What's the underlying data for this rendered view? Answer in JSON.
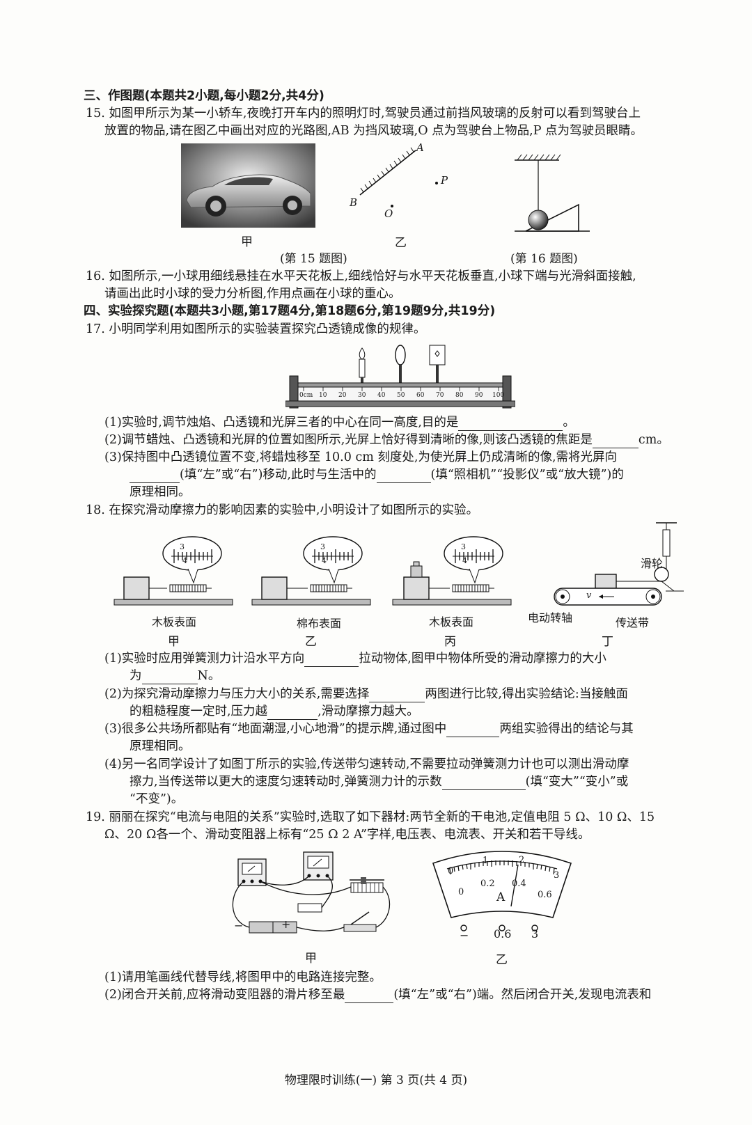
{
  "sec3_header": "三、作图题(本题共2小题,每小题2分,共4分)",
  "q15_l1": "15. 如图甲所示为某一小轿车,夜晚打开车内的照明灯时,驾驶员通过前挡风玻璃的反射可以看到驾驶台上",
  "q15_l2": "放置的物品,请在图乙中画出对应的光路图,AB 为挡风玻璃,O 点为驾驶台上物品,P 点为驾驶员眼睛。",
  "fig15": {
    "jia": "甲",
    "yi": "乙",
    "label_A": "A",
    "label_B": "B",
    "label_O": "O",
    "label_P": "P",
    "caption": "(第 15 题图)"
  },
  "fig16": {
    "caption": "(第 16 题图)"
  },
  "q16_l1": "16. 如图所示,一小球用细线悬挂在水平天花板上,细线恰好与水平天花板垂直,小球下端与光滑斜面接触,",
  "q16_l2": "请画出此时小球的受力分析图,作用点画在小球的重心。",
  "sec4_header": "四、实验探究题(本题共3小题,第17题4分,第18题6分,第19题9分,共19分)",
  "q17": "17. 小明同学利用如图所示的实验装置探究凸透镜成像的规律。",
  "fig17_ticks": [
    "0cm",
    "10",
    "20",
    "30",
    "40",
    "50",
    "60",
    "70",
    "80",
    "90",
    "100"
  ],
  "q17_1a": "(1)实验时,调节烛焰、凸透镜和光屏三者的中心在同一高度,目的是",
  "q17_1b": "。",
  "q17_2a": "(2)调节蜡烛、凸透镜和光屏的位置如图所示,光屏上恰好得到清晰的像,则该凸透镜的焦距是",
  "q17_2b": "cm。",
  "q17_3a": "(3)保持图中凸透镜位置不变,将蜡烛移至 10.0 cm 刻度处,为使光屏上仍成清晰的像,需将光屏向",
  "q17_3b": "(填“左”或“右”)移动,此时与生活中的",
  "q17_3c": "(填“照相机”“投影仪”或“放大镜”)的",
  "q17_3d": "原理相同。",
  "q18": "18. 在探究滑动摩擦力的影响因素的实验中,小明设计了如图所示的实验。",
  "fig18": {
    "surf_jia": "木板表面",
    "surf_yi": "棉布表面",
    "surf_bing": "木板表面",
    "jia": "甲",
    "yi": "乙",
    "bing": "丙",
    "ding": "丁",
    "pulley": "滑轮",
    "shaft": "电动转轴",
    "belt": "传送带",
    "v": "v",
    "scale_a": "3",
    "scale_b": "4"
  },
  "q18_1a": "(1)实验时应用弹簧测力计沿水平方向",
  "q18_1b": "拉动物体,图甲中物体所受的滑动摩擦力的大小",
  "q18_1c": "为",
  "q18_1d": "N。",
  "q18_2a": "(2)为探究滑动摩擦力与压力大小的关系,需要选择",
  "q18_2b": "两图进行比较,得出实验结论:当接触面",
  "q18_2c": "的粗糙程度一定时,压力越",
  "q18_2d": ",滑动摩擦力越大。",
  "q18_3a": "(3)很多公共场所都贴有“地面潮湿,小心地滑”的提示牌,通过图中",
  "q18_3b": "两组实验得出的结论与其",
  "q18_3c": "原理相同。",
  "q18_4a": "(4)另一名同学设计了如图丁所示的实验,传送带匀速转动,不需要拉动弹簧测力计也可以测出滑动摩",
  "q18_4b": "擦力,当传送带以更大的速度匀速转动时,弹簧测力计的示数",
  "q18_4c": "(填“变大”“变小”或",
  "q18_4d": "“不变”)。",
  "q19_l1": "19. 丽丽在探究“电流与电阻的关系”实验时,选取了如下器材:两节全新的干电池,定值电阻 5 Ω、10 Ω、15",
  "q19_l2": "Ω、20 Ω各一个、滑动变阻器上标有“25 Ω   2 A”字样,电压表、电流表、开关和若干导线。",
  "fig19": {
    "jia": "甲",
    "yi": "乙",
    "minus": "−",
    "plus": "+",
    "meter_unit": "A",
    "top_scale": [
      "0",
      "1",
      "2",
      "3"
    ],
    "bottom_scale": [
      "0",
      "0.2",
      "0.4",
      "0.6"
    ],
    "terminals": [
      "−",
      "0.6",
      "3"
    ]
  },
  "q19_1": "(1)请用笔画线代替导线,将图甲中的电路连接完整。",
  "q19_2a": "(2)闭合开关前,应将滑动变阻器的滑片移至最",
  "q19_2b": "(填“左”或“右”)端。然后闭合开关,发现电流表和",
  "footer": "物理限时训练(一)   第 3 页(共 4 页)"
}
